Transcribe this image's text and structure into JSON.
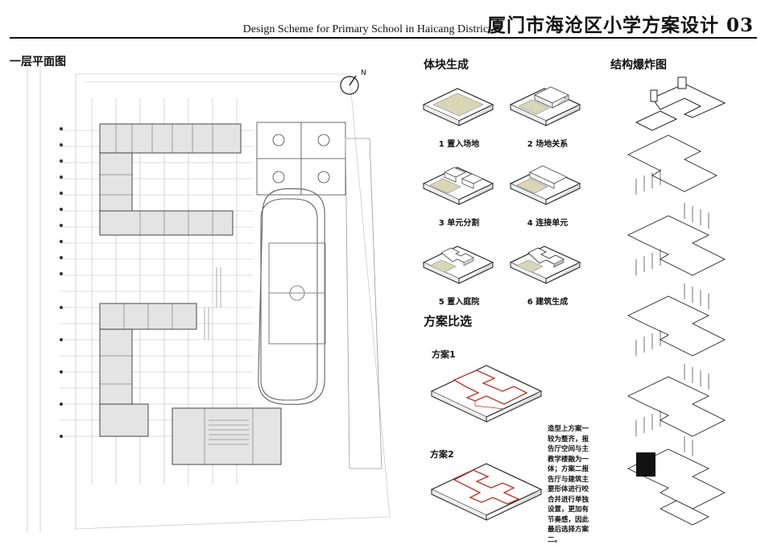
{
  "header": {
    "subtitle_en": "Design Scheme for Primary School in Haicang District",
    "title_cn": "厦门市海沧区小学方案设计 03"
  },
  "plan": {
    "title": "一层平面图",
    "north_label": "N"
  },
  "massing": {
    "title": "体块生成",
    "steps": [
      {
        "label": "1 置入场地"
      },
      {
        "label": "2 场地关系"
      },
      {
        "label": "3 单元分割"
      },
      {
        "label": "4 连接单元"
      },
      {
        "label": "5 置入庭院"
      },
      {
        "label": "6 建筑生成"
      }
    ]
  },
  "comparison": {
    "title": "方案比选",
    "option1": "方案1",
    "option2": "方案2",
    "note": "造型上方案一较为整齐，报告厅空间与主教学楼融为一体；方案二报告厅与建筑主要形体进行咬合并进行单独设置，更加有节奏感，因此最后选择方案二。"
  },
  "exploded": {
    "title": "结构爆炸图"
  }
}
